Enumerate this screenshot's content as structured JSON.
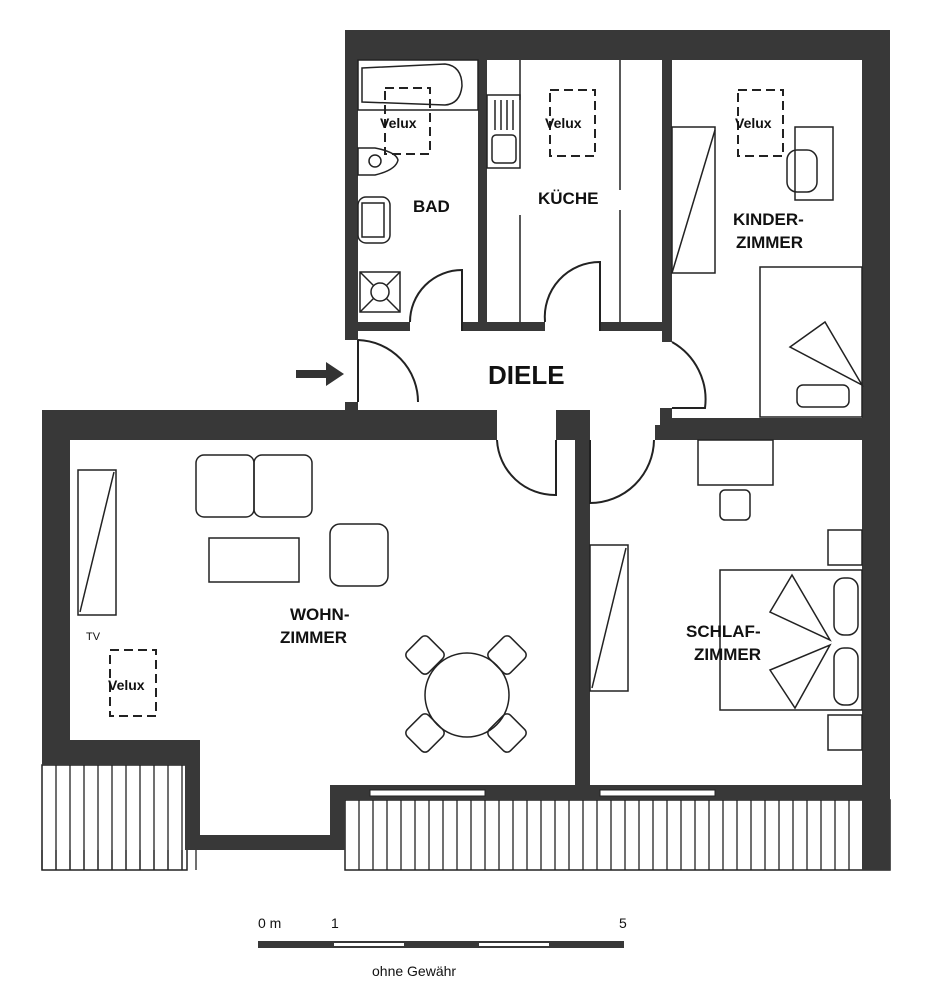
{
  "rooms": {
    "bad": "BAD",
    "kueche": "KÜCHE",
    "kinder_1": "KINDER-",
    "kinder_2": "ZIMMER",
    "diele": "DIELE",
    "wohn_1": "WOHN-",
    "wohn_2": "ZIMMER",
    "schlaf_1": "SCHLAF-",
    "schlaf_2": "ZIMMER"
  },
  "skylights": [
    "Velux",
    "Velux",
    "Velux",
    "Velux"
  ],
  "tv_label": "TV",
  "scale": {
    "start": "0 m",
    "mid": "1",
    "end": "5"
  },
  "disclaimer": "ohne Gewähr",
  "colors": {
    "wall": "#383838",
    "line": "#222222"
  }
}
